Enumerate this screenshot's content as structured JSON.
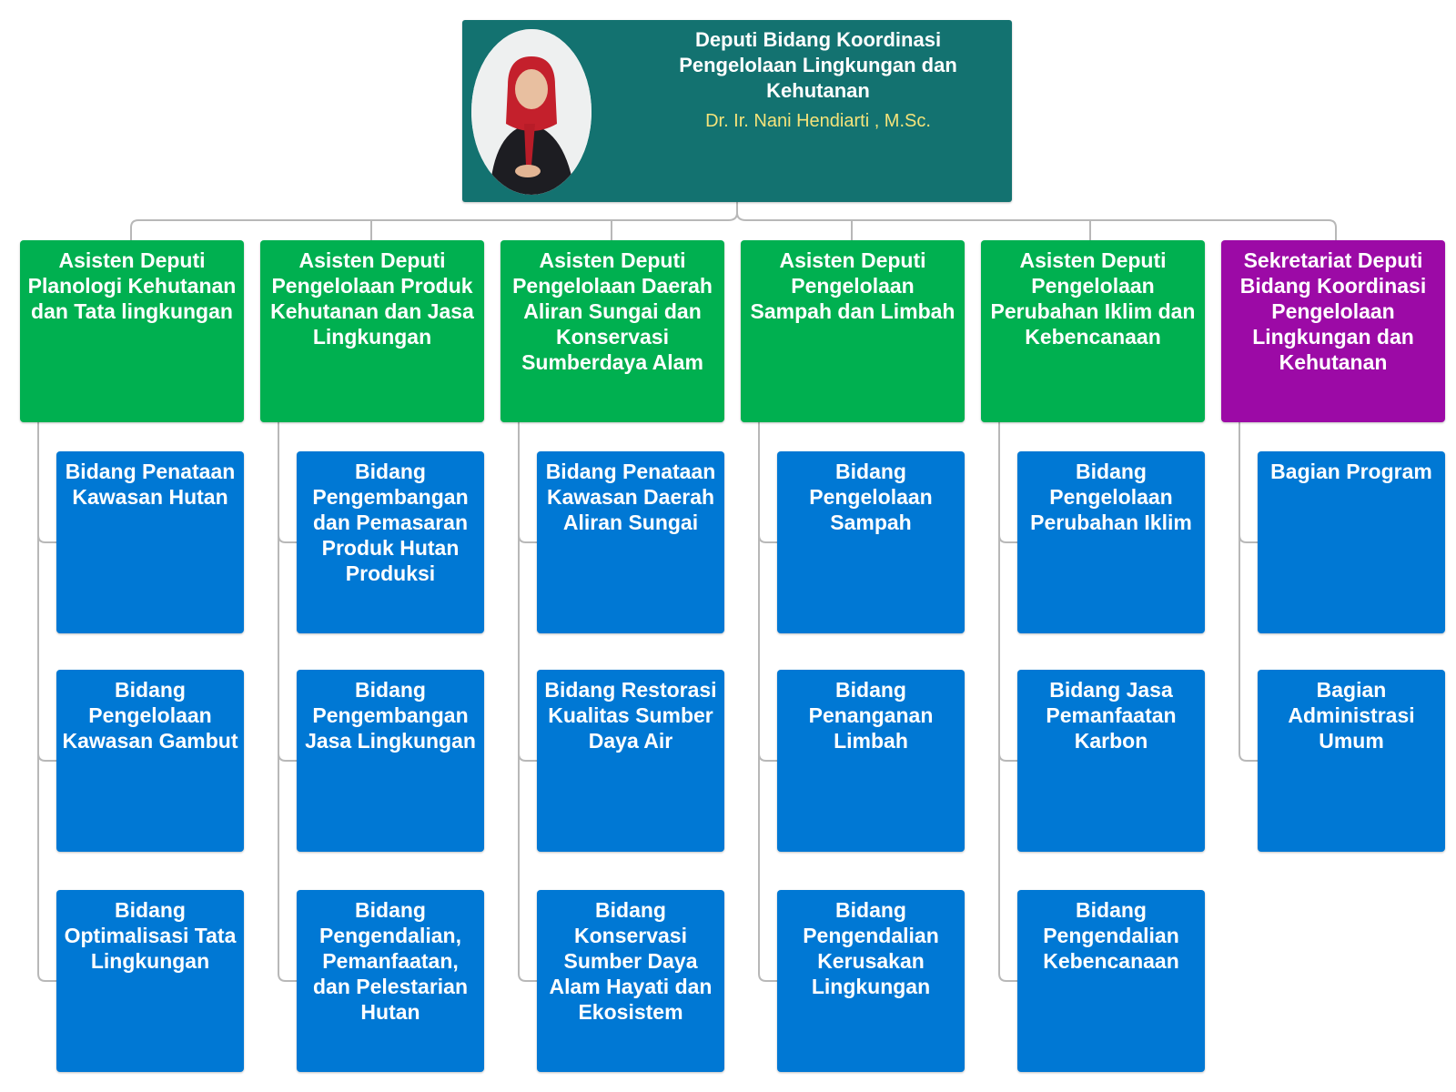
{
  "head": {
    "title": "Deputi Bidang Koordinasi Pengelolaan Lingkungan dan Kehutanan",
    "name": "Dr. Ir. Nani Hendiarti , M.Sc."
  },
  "units": [
    {
      "title": "Asisten Deputi Planologi Kehutanan dan Tata lingkungan",
      "children": [
        "Bidang Penataan Kawasan Hutan",
        "Bidang Pengelolaan Kawasan Gambut",
        "Bidang Optimalisasi Tata Lingkungan"
      ]
    },
    {
      "title": "Asisten Deputi Pengelolaan Produk Kehutanan dan Jasa Lingkungan",
      "children": [
        "Bidang Pengembangan dan Pemasaran Produk Hutan Produksi",
        "Bidang Pengembangan Jasa Lingkungan",
        "Bidang Pengendalian, Pemanfaatan, dan Pelestarian Hutan"
      ]
    },
    {
      "title": "Asisten Deputi Pengelolaan Daerah Aliran Sungai dan Konservasi Sumberdaya Alam",
      "children": [
        "Bidang Penataan Kawasan Daerah Aliran Sungai",
        "Bidang Restorasi Kualitas Sumber Daya Air",
        "Bidang Konservasi Sumber Daya Alam Hayati dan Ekosistem"
      ]
    },
    {
      "title": "Asisten Deputi Pengelolaan Sampah dan Limbah",
      "children": [
        "Bidang Pengelolaan Sampah",
        "Bidang Penanganan Limbah",
        "Bidang Pengendalian Kerusakan Lingkungan"
      ]
    },
    {
      "title": "Asisten Deputi Pengelolaan Perubahan Iklim dan Kebencanaan",
      "children": [
        "Bidang Pengelolaan Perubahan Iklim",
        "Bidang Jasa Pemanfaatan Karbon",
        "Bidang Pengendalian Kebencanaan"
      ]
    },
    {
      "title": "Sekretariat Deputi Bidang Koordinasi Pengelolaan Lingkungan dan Kehutanan",
      "children": [
        "Bagian Program",
        "Bagian Administrasi Umum"
      ]
    }
  ],
  "colors": {
    "head": "#137270",
    "assistant": "#00b050",
    "secretariat": "#9c0aa6",
    "division": "#0078d4",
    "connector": "#b8b8b8"
  }
}
